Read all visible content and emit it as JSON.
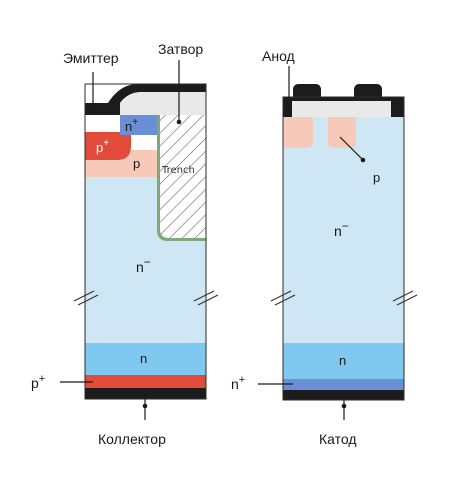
{
  "igbt": {
    "emitter_label": "Эмиттер",
    "gate_label": "Затвор",
    "collector_label": "Коллектор",
    "trench_label": "Trench",
    "n_plus_label": "n",
    "n_plus_sup": "+",
    "p_plus_label": "p",
    "p_plus_sup": "+",
    "p_label": "p",
    "n_minus_label": "n",
    "n_minus_sup": "−",
    "n_buffer_label": "n",
    "p_plus_outer_label": "p",
    "p_plus_outer_sup": "+"
  },
  "diode": {
    "anode_label": "Анод",
    "cathode_label": "Катод",
    "p_label": "p",
    "n_minus_label": "n",
    "n_minus_sup": "−",
    "n_buffer_label": "n",
    "n_plus_outer_label": "n",
    "n_plus_outer_sup": "+"
  },
  "colors": {
    "metal": "#1c1c1c",
    "oxide": "#e9e9e9",
    "n_minus": "#cfe6f5",
    "n_buffer": "#7fc8f0",
    "n_plus": "#6b8fd6",
    "p": "#f6c9b9",
    "p_plus": "#e24a3a",
    "gate_liner": "#7ea87a"
  }
}
